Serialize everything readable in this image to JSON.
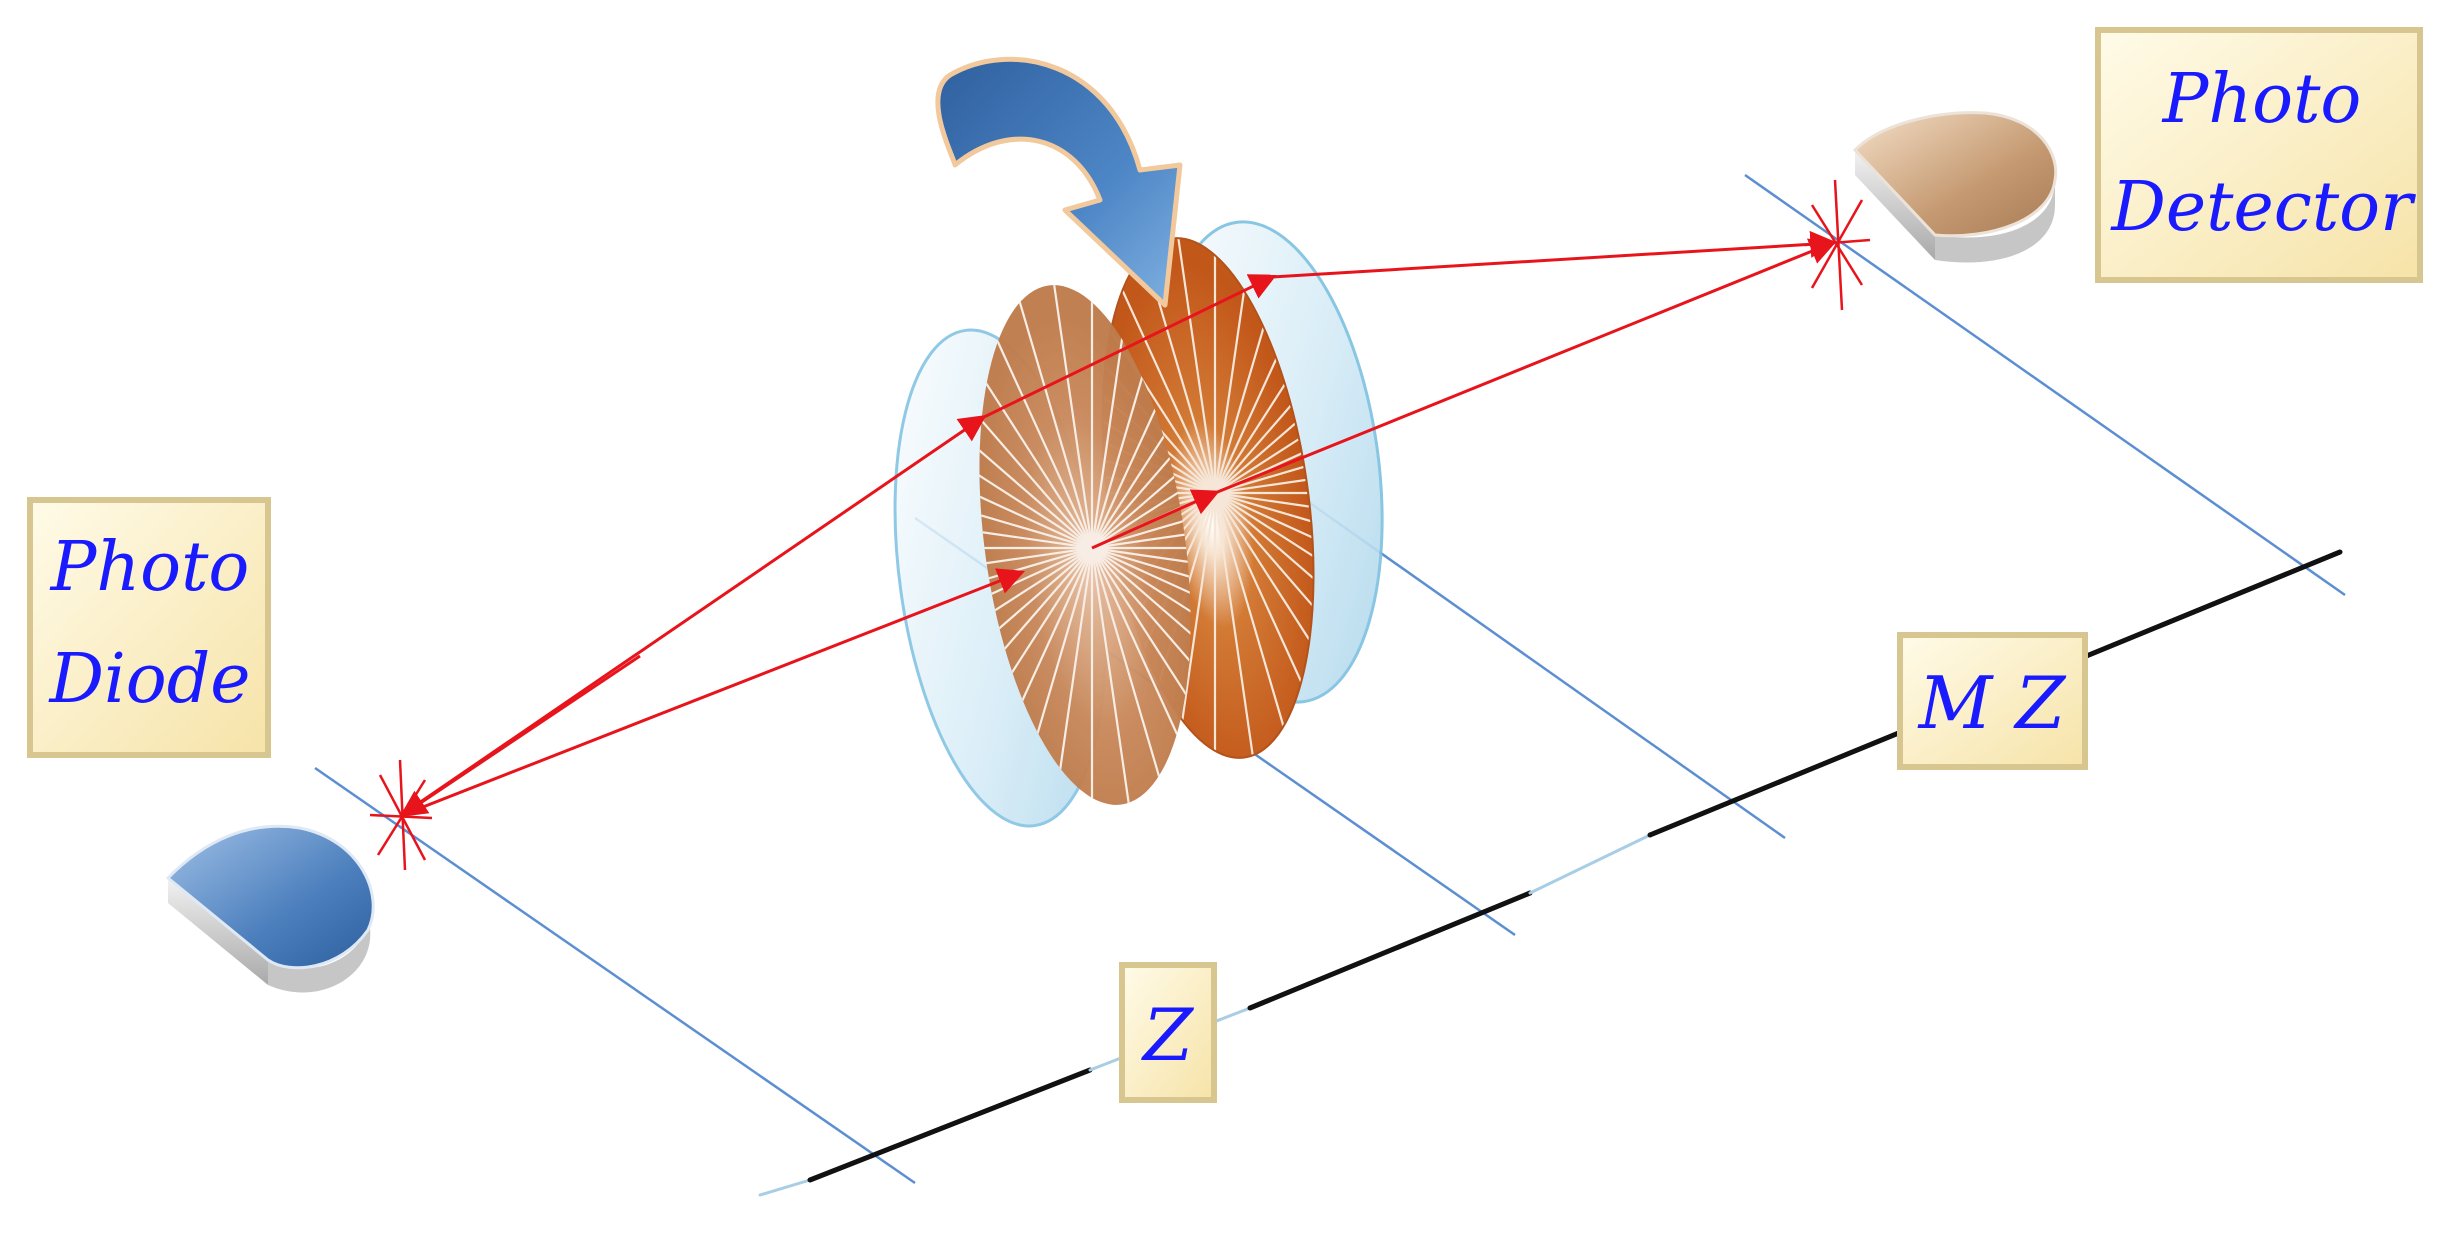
{
  "labels": {
    "photo_diode_line1": "Photo",
    "photo_diode_line2": "Diode",
    "photo_detector_line1": "Photo",
    "photo_detector_line2": "Detector",
    "mz": "M Z",
    "z": "Z"
  },
  "colors": {
    "beam": "#e8141c",
    "axis": "#5b8fd1",
    "baseline": "#111111",
    "label_fill": "#fbefbf",
    "label_border": "#d8c690",
    "label_text": "#1a1aff",
    "grating": "#c85f1c",
    "lens": "#cfe8f4",
    "arrow": "#4a7fc0"
  },
  "icons": {
    "rotation": "rotation-arrow-icon",
    "diode": "photodiode-icon",
    "detector": "photodetector-icon"
  }
}
